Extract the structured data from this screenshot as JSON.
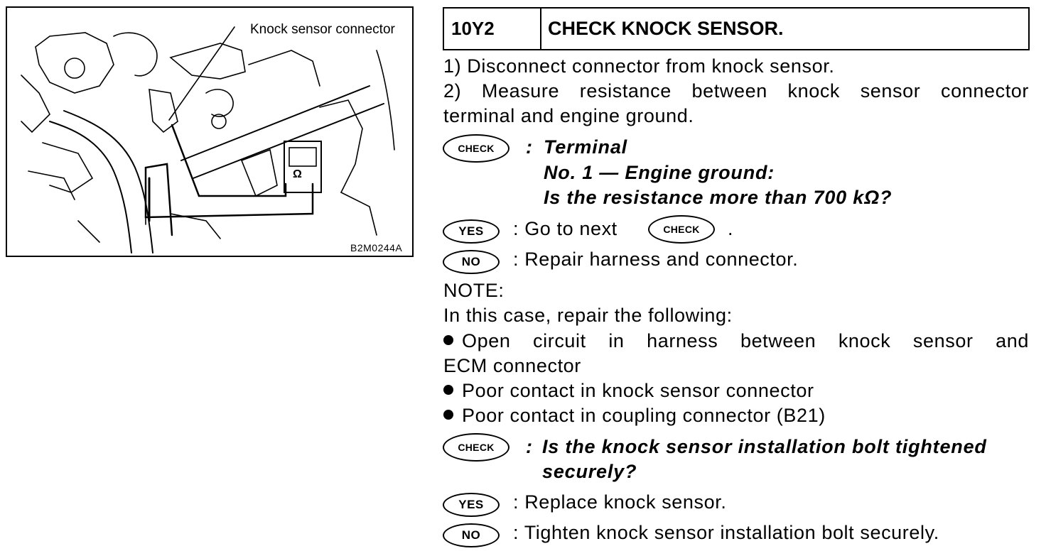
{
  "figure": {
    "callout": "Knock sensor connector",
    "code": "B2M0244A",
    "meter_symbol": "Ω"
  },
  "step": {
    "number": "10Y2",
    "title": "CHECK KNOCK SENSOR."
  },
  "instructions": {
    "line1": "1) Disconnect connector from knock sensor.",
    "line2a": "2) Measure resistance between knock sensor connector",
    "line2b": "terminal and engine ground."
  },
  "badges": {
    "check": "CHECK",
    "yes": "YES",
    "no": "NO"
  },
  "check1": {
    "colon": ":",
    "line1": "Terminal",
    "line2": "No. 1 — Engine ground:",
    "line3": "Is the resistance more than 700 kΩ?",
    "yes": ": Go to next",
    "yes_tail": ".",
    "no": ": Repair harness and connector."
  },
  "note": {
    "label": "NOTE:",
    "intro": "In this case, repair the following:",
    "item1a": "Open circuit in harness between knock sensor and",
    "item1b": "ECM connector",
    "item2": "Poor contact in knock sensor connector",
    "item3": "Poor contact in coupling connector (B21)"
  },
  "check2": {
    "colon": ":",
    "line1": "Is the knock sensor installation bolt tightened",
    "line2": "securely?",
    "yes": ": Replace knock sensor.",
    "no": ": Tighten knock sensor installation bolt securely."
  }
}
